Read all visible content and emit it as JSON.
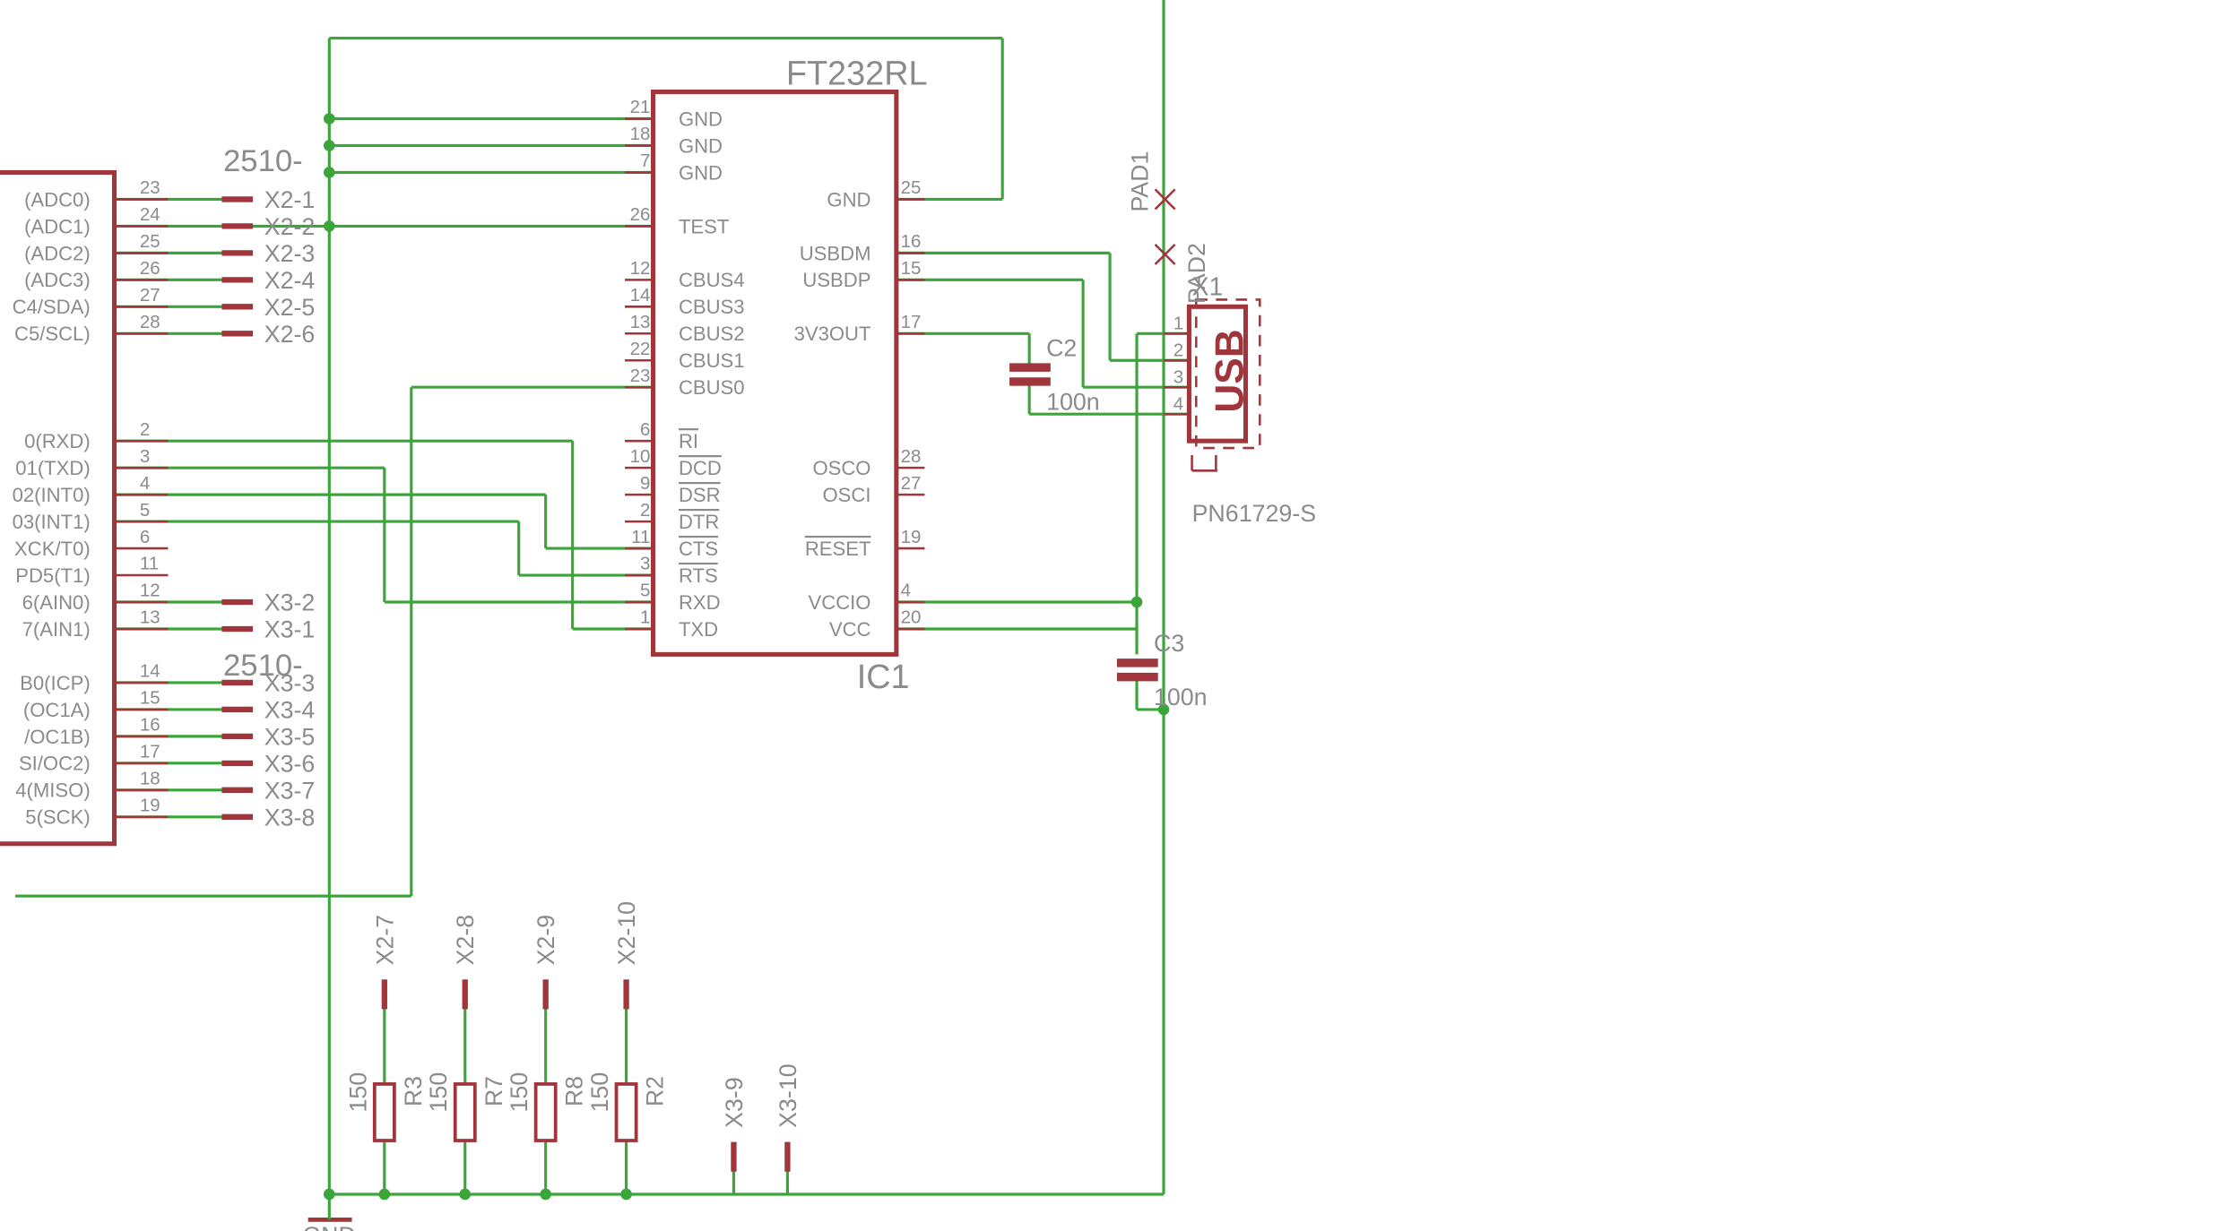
{
  "ic1": {
    "name": "IC1",
    "value": "FT232RL",
    "pins_left": [
      {
        "num": "21",
        "name": "GND"
      },
      {
        "num": "18",
        "name": "GND"
      },
      {
        "num": "7",
        "name": "GND"
      },
      {
        "num": "26",
        "name": "TEST"
      },
      {
        "num": "12",
        "name": "CBUS4"
      },
      {
        "num": "14",
        "name": "CBUS3"
      },
      {
        "num": "13",
        "name": "CBUS2"
      },
      {
        "num": "22",
        "name": "CBUS1"
      },
      {
        "num": "23",
        "name": "CBUS0"
      },
      {
        "num": "6",
        "name": "RI"
      },
      {
        "num": "10",
        "name": "DCD"
      },
      {
        "num": "9",
        "name": "DSR"
      },
      {
        "num": "2",
        "name": "DTR"
      },
      {
        "num": "11",
        "name": "CTS"
      },
      {
        "num": "3",
        "name": "RTS"
      },
      {
        "num": "5",
        "name": "RXD"
      },
      {
        "num": "1",
        "name": "TXD"
      }
    ],
    "pins_right": [
      {
        "num": "25",
        "name": "GND"
      },
      {
        "num": "16",
        "name": "USBDM"
      },
      {
        "num": "15",
        "name": "USBDP"
      },
      {
        "num": "17",
        "name": "3V3OUT"
      },
      {
        "num": "28",
        "name": "OSCO"
      },
      {
        "num": "27",
        "name": "OSCI"
      },
      {
        "num": "19",
        "name": "RESET"
      },
      {
        "num": "4",
        "name": "VCCIO"
      },
      {
        "num": "20",
        "name": "VCC"
      }
    ]
  },
  "mcu": {
    "pins_top": [
      {
        "num": "23",
        "name": "(ADC0)",
        "conn": "X2-1"
      },
      {
        "num": "24",
        "name": "(ADC1)",
        "conn": "X2-2"
      },
      {
        "num": "25",
        "name": "(ADC2)",
        "conn": "X2-3"
      },
      {
        "num": "26",
        "name": "(ADC3)",
        "conn": "X2-4"
      },
      {
        "num": "27",
        "name": "C4/SDA)",
        "conn": "X2-5"
      },
      {
        "num": "28",
        "name": "C5/SCL)",
        "conn": "X2-6"
      }
    ],
    "pins_mid": [
      {
        "num": "2",
        "name": "0(RXD)",
        "conn": ""
      },
      {
        "num": "3",
        "name": "01(TXD)",
        "conn": ""
      },
      {
        "num": "4",
        "name": "02(INT0)",
        "conn": ""
      },
      {
        "num": "5",
        "name": "03(INT1)",
        "conn": ""
      },
      {
        "num": "6",
        "name": "XCK/T0)",
        "conn": ""
      },
      {
        "num": "11",
        "name": "PD5(T1)",
        "conn": ""
      },
      {
        "num": "12",
        "name": "6(AIN0)",
        "conn": "X3-2"
      },
      {
        "num": "13",
        "name": "7(AIN1)",
        "conn": "X3-1"
      }
    ],
    "pins_bottom": [
      {
        "num": "14",
        "name": "B0(ICP)",
        "conn": "X3-3"
      },
      {
        "num": "15",
        "name": "(OC1A)",
        "conn": "X3-4"
      },
      {
        "num": "16",
        "name": "/OC1B)",
        "conn": "X3-5"
      },
      {
        "num": "17",
        "name": "SI/OC2)",
        "conn": "X3-6"
      },
      {
        "num": "18",
        "name": "4(MISO)",
        "conn": "X3-7"
      },
      {
        "num": "19",
        "name": "5(SCK)",
        "conn": "X3-8"
      }
    ]
  },
  "connectors": {
    "x2_label": "2510-",
    "x3_label": "2510-"
  },
  "usb": {
    "name": "X1",
    "label": "USB",
    "part": "PN61729-S",
    "pins": [
      "1",
      "2",
      "3",
      "4"
    ]
  },
  "pads": {
    "pad1": "PAD1",
    "pad2": "PAD2"
  },
  "caps": [
    {
      "name": "C2",
      "value": "100n"
    },
    {
      "name": "C3",
      "value": "100n"
    }
  ],
  "resistors": [
    {
      "name": "R3",
      "value": "150",
      "conn": "X2-7"
    },
    {
      "name": "R7",
      "value": "150",
      "conn": "X2-8"
    },
    {
      "name": "R8",
      "value": "150",
      "conn": "X2-9"
    },
    {
      "name": "R2",
      "value": "150",
      "conn": "X2-10"
    }
  ],
  "extra_pins": [
    "X3-9",
    "X3-10"
  ],
  "gnd_label": "GND"
}
